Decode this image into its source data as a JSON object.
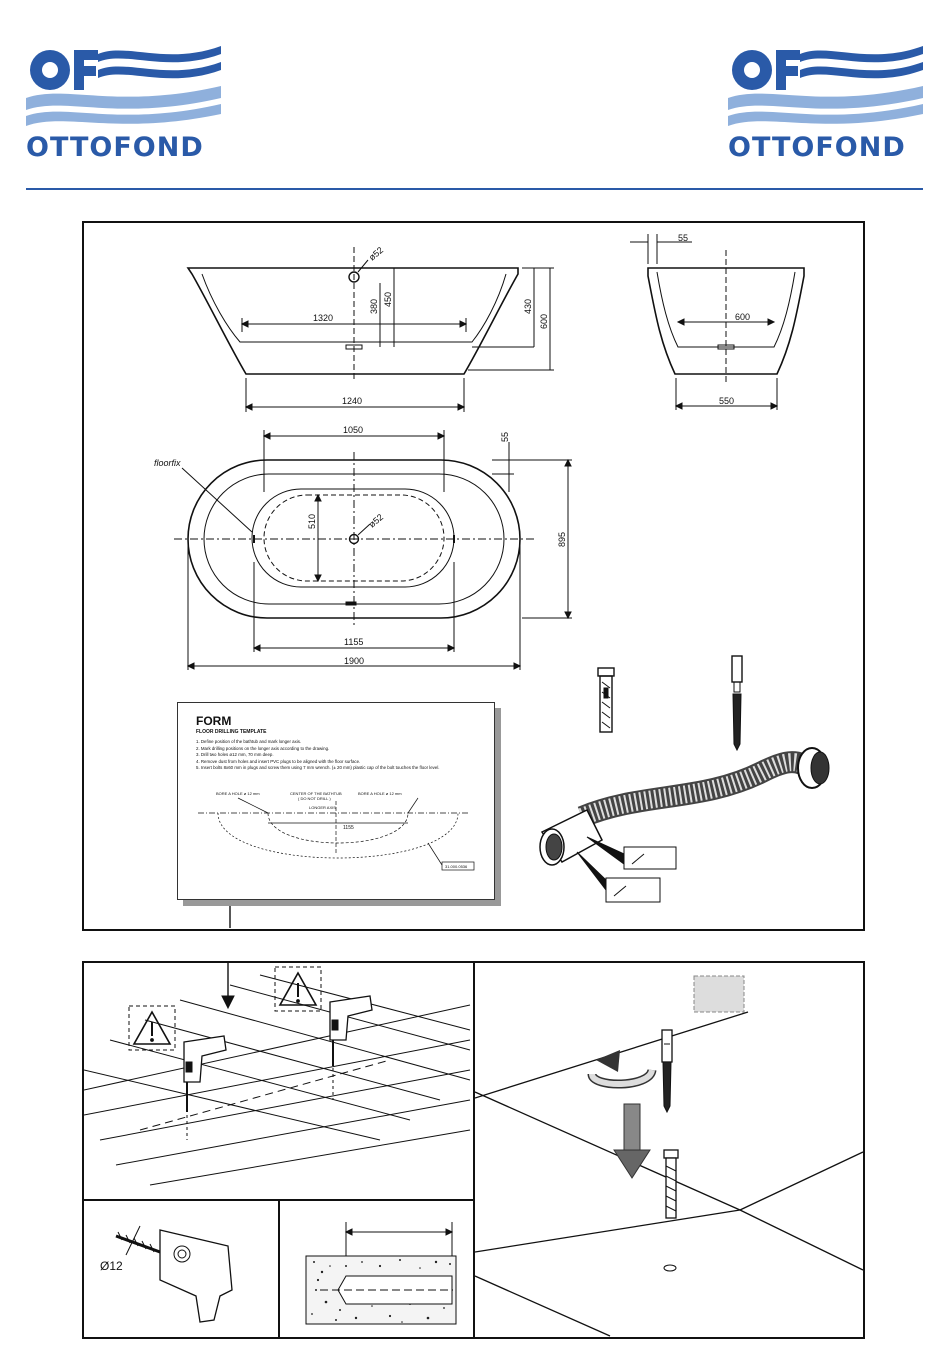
{
  "brand": {
    "name": "OTTOFOND",
    "blue": "#2a5aa8",
    "light_blue": "#8fb0dc"
  },
  "dimensions": {
    "drain_dia_side": "ø52",
    "d1320": "1320",
    "d380": "380",
    "d450": "450",
    "d430": "430",
    "d600_side": "600",
    "d1240": "1240",
    "d55_end": "55",
    "d600_end": "600",
    "d550": "550",
    "d1050": "1050",
    "d55_top": "55",
    "floorfix": "floorfix",
    "d510": "510",
    "drain_dia_top": "ø52",
    "d895": "895",
    "d1155": "1155",
    "d1900": "1900"
  },
  "form": {
    "title": "FORM",
    "subtitle": "FLOOR DRILLING TEMPLATE",
    "steps": [
      "1. Define position of the bathtub and mark longer axis.",
      "2. Mark drilling positions on the longer axis according to the drawing.",
      "3. Drill two holes ø12 mm, 70 mm deep.",
      "4. Remove dust from holes and insert PVC plugs to be aligned with the floor surface.",
      "5. Insert bolts 8x60 mm in plugs and screw them using 7 mm wrench. (± 20 mm) plastic cap of the bolt touches the floor level."
    ],
    "bore_left": "BORE A HOLE ø 12 mm",
    "center_label": "CENTER OF THE BATHTUB",
    "center_sub": "( DO NOT DRILL )",
    "longer_axis": "LONGER AXIS",
    "bore_right": "BORE A HOLE ø 12 mm",
    "dim": "1155",
    "code": "31.000.0536"
  },
  "drill_diameter": "Ø12"
}
